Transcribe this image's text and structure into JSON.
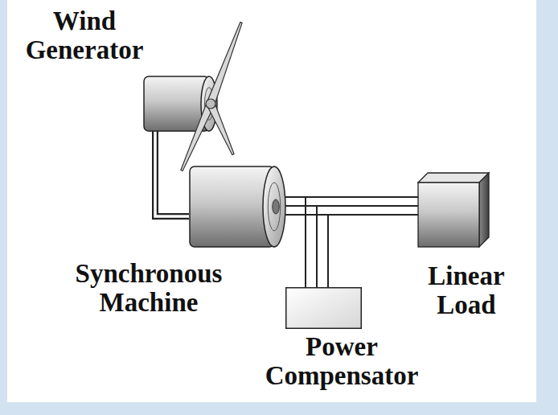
{
  "diagram": {
    "nodes": [
      {
        "text": [
          "Wind Generator"
        ]
      },
      {
        "text": [
          "Synchronous Machine"
        ]
      },
      {
        "text": [
          "Power Compensator"
        ]
      },
      {
        "text": [
          "Linear Load"
        ]
      }
    ],
    "edges": [
      {
        "from": 0,
        "to": 1,
        "arrow": "none"
      },
      {
        "from": 1,
        "to": 3,
        "arrow": "none"
      },
      {
        "from": 1,
        "to": 2,
        "arrow": "none"
      }
    ]
  }
}
